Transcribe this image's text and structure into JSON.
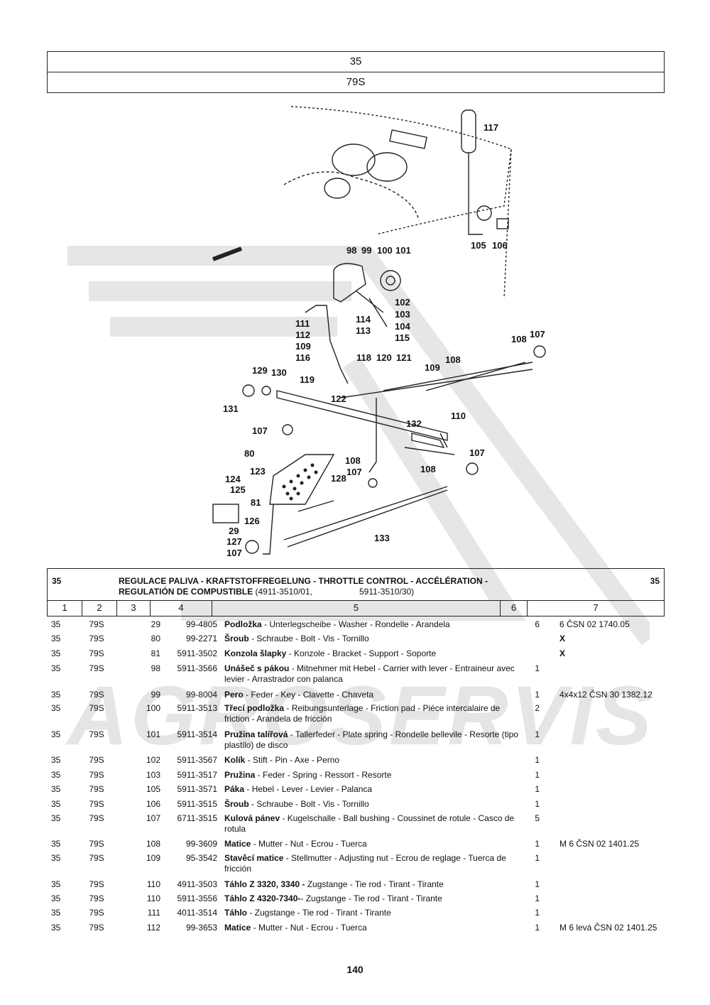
{
  "header": {
    "group": "35",
    "subgroup": "79S"
  },
  "watermark_text": "AGROSERVIS",
  "callouts": [
    "117",
    "105",
    "106",
    "98",
    "99",
    "100",
    "101",
    "102",
    "103",
    "104",
    "115",
    "114",
    "113",
    "111",
    "112",
    "109",
    "116",
    "118",
    "120",
    "121",
    "119",
    "122",
    "129",
    "130",
    "131",
    "107",
    "108",
    "109",
    "110",
    "108",
    "107",
    "132",
    "80",
    "123",
    "124",
    "125",
    "81",
    "126",
    "29",
    "127",
    "107",
    "128",
    "108",
    "107",
    "108",
    "107",
    "133"
  ],
  "section": {
    "number_left": "35",
    "number_right": "35",
    "title_line1": "REGULACE PALIVA - KRAFTSTOFFREGELUNG - THROTTLE CONTROL - ACCÉLÉRATION -",
    "title_line2_bold": "REGULATIÓN DE COMPUSTIBLE",
    "title_line2_normal": "(4911-3510/01,",
    "title_line2_extra": "5911-3510/30)"
  },
  "columns": [
    "1",
    "2",
    "3",
    "4",
    "5",
    "6",
    "7"
  ],
  "rows": [
    {
      "c1": "35",
      "c2": "79S",
      "c3": "29",
      "c4": "99-4805",
      "name": "Podložka",
      "desc": " - Unterlegscheibe - Washer - Rondelle - Arandela",
      "qty": "6",
      "note": "6 ČSN 02 1740.05"
    },
    {
      "c1": "35",
      "c2": "79S",
      "c3": "80",
      "c4": "99-2271",
      "name": "Šroub",
      "desc": " - Schraube - Bolt - Vis - Tornillo",
      "qty": "",
      "note": "X"
    },
    {
      "c1": "35",
      "c2": "79S",
      "c3": "81",
      "c4": "5911-3502",
      "name": "Konzola šlapky",
      "desc": " - Konzole - Bracket - Support - Soporte",
      "qty": "",
      "note": "X"
    },
    {
      "c1": "35",
      "c2": "79S",
      "c3": "98",
      "c4": "5911-3566",
      "name": "Unášeč s pákou",
      "desc": " - Mitnehmer mit Hebel - Carrier with lever - Entraineur avec levier - Arrastrador con palanca",
      "qty": "1",
      "note": ""
    },
    {
      "c1": "35",
      "c2": "79S",
      "c3": "99",
      "c4": "99-8004",
      "name": "Pero",
      "desc": " - Feder - Key - Clavette - Chaveta",
      "qty": "1",
      "note": "4x4x12 ČSN 30 1382.12"
    },
    {
      "c1": "35",
      "c2": "79S",
      "c3": "100",
      "c4": "5911-3513",
      "name": "Třecí podložka",
      "desc": " - Reibungsunterlage - Friction pad - Piéce intercalaire de friction - Arandela de fricción",
      "qty": "2",
      "note": ""
    },
    {
      "c1": "35",
      "c2": "79S",
      "c3": "101",
      "c4": "5911-3514",
      "name": "Pružina talířová",
      "desc": " - Tallerfeder - Plate spring - Rondelle bellevile - Resorte (tipo plastilo) de disco",
      "qty": "1",
      "note": ""
    },
    {
      "c1": "35",
      "c2": "79S",
      "c3": "102",
      "c4": "5911-3567",
      "name": "Kolík",
      "desc": " - Stift - Pin - Axe - Perno",
      "qty": "1",
      "note": ""
    },
    {
      "c1": "35",
      "c2": "79S",
      "c3": "103",
      "c4": "5911-3517",
      "name": "Pružina",
      "desc": " - Feder - Spring - Ressort - Resorte",
      "qty": "1",
      "note": ""
    },
    {
      "c1": "35",
      "c2": "79S",
      "c3": "105",
      "c4": "5911-3571",
      "name": "Páka",
      "desc": " - Hebel - Lever - Levier - Palanca",
      "qty": "1",
      "note": ""
    },
    {
      "c1": "35",
      "c2": "79S",
      "c3": "106",
      "c4": "5911-3515",
      "name": "Šroub",
      "desc": " - Schraube - Bolt - Vis - Tornillo",
      "qty": "1",
      "note": ""
    },
    {
      "c1": "35",
      "c2": "79S",
      "c3": "107",
      "c4": "6711-3515",
      "name": "Kulová pánev",
      "desc": " - Kugelschalle - Ball bushing - Coussinet de rotule - Casco de rotula",
      "qty": "5",
      "note": ""
    },
    {
      "c1": "35",
      "c2": "79S",
      "c3": "108",
      "c4": "99-3609",
      "name": "Matice",
      "desc": " - Mutter - Nut - Ecrou - Tuerca",
      "qty": "1",
      "note": "M 6 ČSN 02 1401.25"
    },
    {
      "c1": "35",
      "c2": "79S",
      "c3": "109",
      "c4": "95-3542",
      "name": "Stavěcí matice",
      "desc": " - Stellmutter - Adjusting nut - Ecrou de reglage - Tuerca de fricción",
      "qty": "1",
      "note": ""
    },
    {
      "c1": "35",
      "c2": "79S",
      "c3": "110",
      "c4": "4911-3503",
      "name": "Táhlo Z 3320, 3340 -",
      "desc": " Zugstange - Tie rod - Tirant - Tirante",
      "qty": "1",
      "note": ""
    },
    {
      "c1": "35",
      "c2": "79S",
      "c3": "110",
      "c4": "5911-3556",
      "name": "Táhlo Z 4320-7340-",
      "desc": "- Zugstange - Tie rod - Tirant - Tirante",
      "qty": "1",
      "note": ""
    },
    {
      "c1": "35",
      "c2": "79S",
      "c3": "111",
      "c4": "4011-3514",
      "name": "Táhlo",
      "desc": " - Zugstange - Tie rod - Tirant - Tirante",
      "qty": "1",
      "note": ""
    },
    {
      "c1": "35",
      "c2": "79S",
      "c3": "112",
      "c4": "99-3653",
      "name": "Matice",
      "desc": " - Mutter - Nut - Ecrou - Tuerca",
      "qty": "1",
      "note": "M 6 levá ČSN 02 1401.25"
    }
  ],
  "page_number": "140"
}
